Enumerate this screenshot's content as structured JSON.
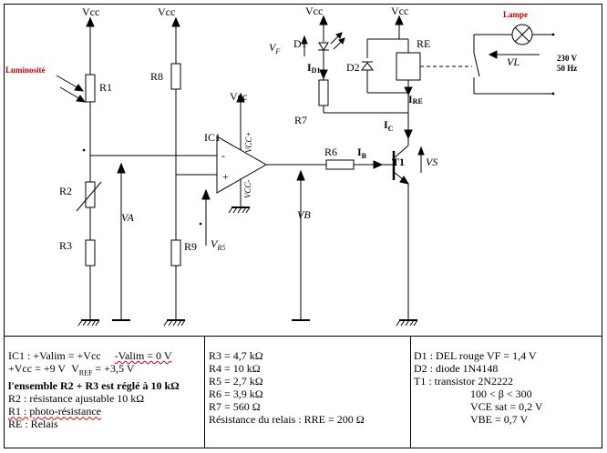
{
  "circuit": {
    "vcc": "Vcc",
    "vcc_plus": "VCC+",
    "vcc_minus": "VCC-",
    "luminosite": "Luminosité",
    "lampe": "Lampe",
    "r1": "R1",
    "r2": "R2",
    "r3": "R3",
    "r6": "R6",
    "r7": "R7",
    "r8": "R8",
    "r9": "R9",
    "ic1": "IC1",
    "d1": "D1",
    "d2": "D2",
    "re": "RE",
    "t1": "T1",
    "minus": "-",
    "plus": "+",
    "vf_main": "V",
    "vf_sub": "F",
    "id1_main": "I",
    "id1_sub": "D1",
    "ire_main": "I",
    "ire_sub": "RE",
    "ic_main": "I",
    "ic_sub": "C",
    "ib_main": "I",
    "ib_sub": "B",
    "vs": "VS",
    "va": "VA",
    "vb": "VB",
    "vr5_main": "V",
    "vr5_sub": "R5",
    "vl": "VL",
    "mains_voltage": "230 V",
    "mains_freq": "50 Hz"
  },
  "table": {
    "col1": {
      "l1": "IC1 : +Valim = +Vcc",
      "l1b": "-Valim = 0 V",
      "l2a": "+Vcc = +9 V",
      "l2b_main": "V",
      "l2b_sub": "REF",
      "l2b_rest": " = +3,5 V",
      "l3": "l'ensemble R2 + R3 est réglé à 10 kΩ",
      "l4": "R2 : résistance ajustable 10 kΩ",
      "l5": "R1 : photo-résistance",
      "l6": "RE : Relais"
    },
    "col2": {
      "l1": "R3 = 4,7 kΩ",
      "l2": "R4 = 10 kΩ",
      "l3": "R5 = 2,7 kΩ",
      "l4": "R6 = 3,9  kΩ",
      "l5": "R7 = 560 Ω",
      "l6": "Résistance du relais : RRE = 200 Ω"
    },
    "col3": {
      "l1": "D1 : DEL rouge VF = 1,4 V",
      "l2": "D2 : diode 1N4148",
      "l3": "T1 : transistor 2N2222",
      "l4": "100 < β < 300",
      "l5": "VCE sat = 0,2 V",
      "l6": "VBE = 0,7 V"
    }
  }
}
